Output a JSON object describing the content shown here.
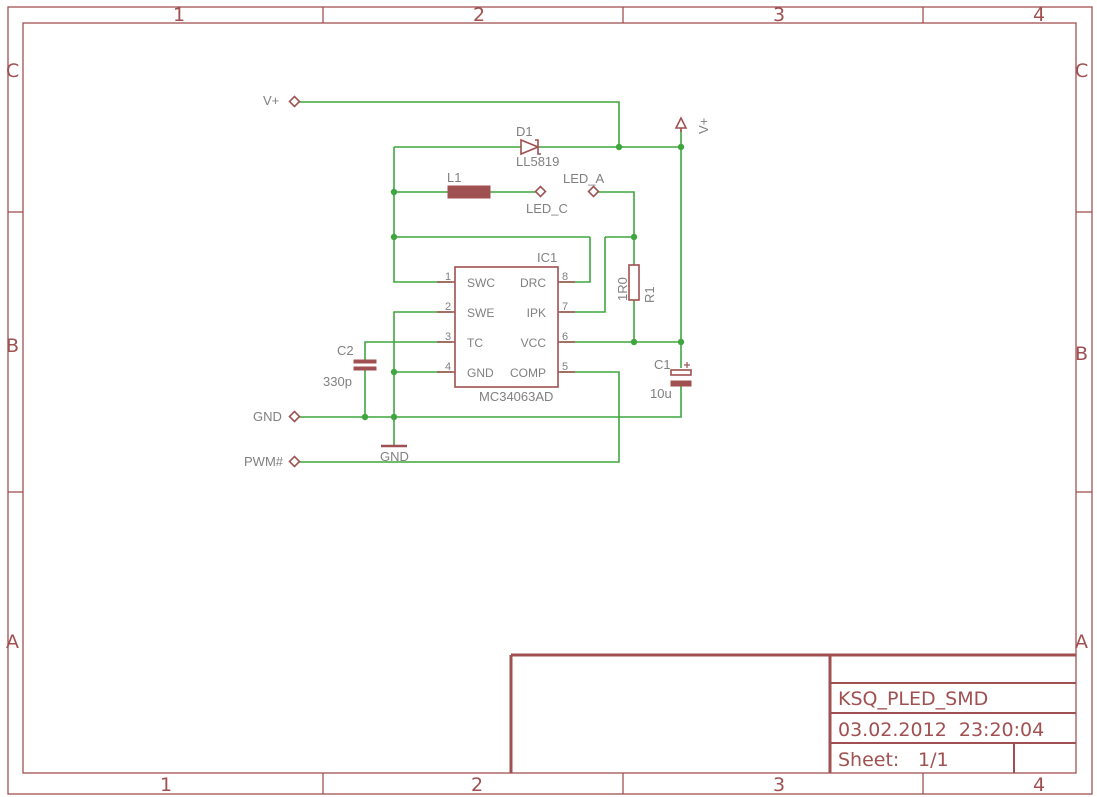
{
  "frame": {
    "columns": [
      "1",
      "2",
      "3",
      "4"
    ],
    "rows": [
      "C",
      "B",
      "A"
    ]
  },
  "title_block": {
    "name": "KSQ_PLED_SMD",
    "datetime": "03.02.2012  23:20:04",
    "sheet_label": "Sheet:",
    "sheet_value": "1/1"
  },
  "ports": {
    "vplus": "V+",
    "gnd": "GND",
    "pwm": "PWM#",
    "led_a": "LED_A",
    "led_c": "LED_C"
  },
  "supply": {
    "vplus": "V+",
    "gnd": "GND"
  },
  "parts": {
    "d1": {
      "name": "D1",
      "value": "LL5819"
    },
    "l1": {
      "name": "L1"
    },
    "r1": {
      "name": "R1",
      "value": "1R0"
    },
    "c1": {
      "name": "C1",
      "value": "10u"
    },
    "c2": {
      "name": "C2",
      "value": "330p"
    },
    "ic1": {
      "name": "IC1",
      "value": "MC34063AD",
      "pins_left": [
        {
          "num": "1",
          "name": "SWC"
        },
        {
          "num": "2",
          "name": "SWE"
        },
        {
          "num": "3",
          "name": "TC"
        },
        {
          "num": "4",
          "name": "GND"
        }
      ],
      "pins_right": [
        {
          "num": "8",
          "name": "DRC"
        },
        {
          "num": "7",
          "name": "IPK"
        },
        {
          "num": "6",
          "name": "VCC"
        },
        {
          "num": "5",
          "name": "COMP"
        }
      ]
    }
  },
  "colors": {
    "frame": "#a05050",
    "wire": "#3fa63f",
    "text": "#808080"
  }
}
